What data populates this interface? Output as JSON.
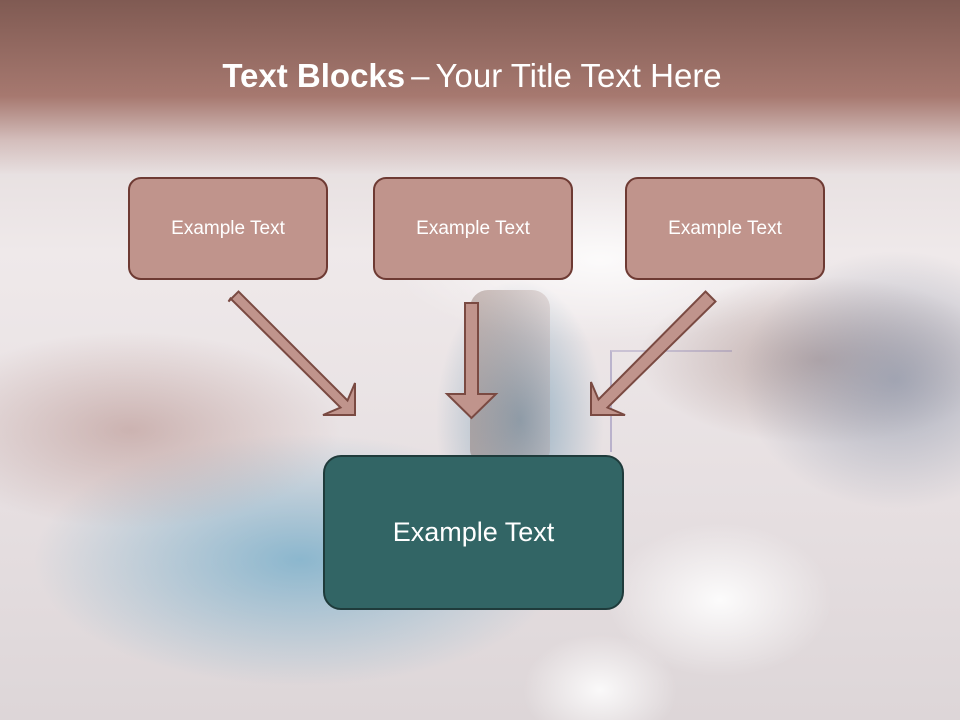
{
  "slide": {
    "title_bold": "Text Blocks",
    "title_separator": "–",
    "title_rest": "Your Title Text Here"
  },
  "boxes": [
    {
      "label": "Example Text"
    },
    {
      "label": "Example Text"
    },
    {
      "label": "Example Text"
    }
  ],
  "target_box": {
    "label": "Example Text"
  },
  "colors": {
    "header_band": "#7b544c",
    "small_box_fill": "#c0948c",
    "small_box_border": "#6e3a33",
    "target_box_fill": "#326565",
    "target_box_border": "#1f3b3b",
    "arrow_fill": "#c0948c",
    "arrow_stroke": "#7a4a42",
    "text": "#ffffff"
  }
}
